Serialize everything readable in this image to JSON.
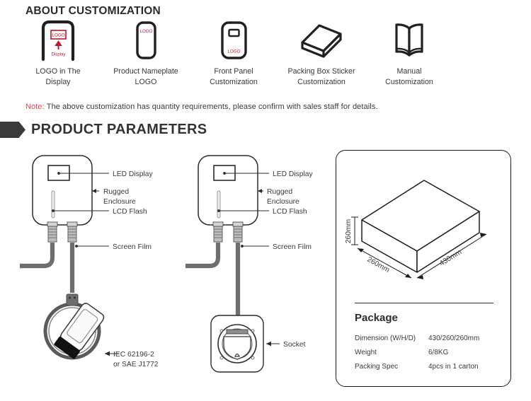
{
  "about": {
    "title": "ABOUT CUSTOMIZATION",
    "items": [
      {
        "icon": "logo-in-display-icon",
        "caption": "LOGO in The\nDisplay",
        "badge": "LOGO",
        "sub_badge": "Display"
      },
      {
        "icon": "product-nameplate-icon",
        "caption": "Product Nameplate\nLOGO",
        "badge": "LOGO"
      },
      {
        "icon": "front-panel-icon",
        "caption": "Front Panel\nCustomization",
        "badge": "LOGO"
      },
      {
        "icon": "packing-box-sticker-icon",
        "caption": "Packing Box Sticker\nCustomization"
      },
      {
        "icon": "manual-book-icon",
        "caption": "Manual\nCustomization"
      }
    ],
    "note_keyword": "Note:",
    "note_text": " The above customization has quantity requirements, please confirm with sales staff for details."
  },
  "section": {
    "title": "PRODUCT PARAMETERS"
  },
  "diagram_a": {
    "name": "cable-charger-diagram",
    "labels": {
      "led_display": "LED Display",
      "rugged_enclosure_1": "Rugged",
      "rugged_enclosure_2": "Enclosure",
      "lcd_flash": "LCD Flash",
      "screen_film": "Screen Film",
      "connector_1": "IEC 62196-2",
      "connector_2": "or SAE J1772"
    }
  },
  "diagram_b": {
    "name": "socket-charger-diagram",
    "labels": {
      "led_display": "LED Display",
      "rugged_enclosure_1": "Rugged",
      "rugged_enclosure_2": "Enclosure",
      "lcd_flash": "LCD Flash",
      "screen_film": "Screen Film",
      "socket": "Socket"
    }
  },
  "package": {
    "title": "Package",
    "box_dims": {
      "height": "260mm",
      "depth": "260mm",
      "width": "430mm"
    },
    "rows": [
      {
        "key": "Dimension (W/H/D)",
        "value": "430/260/260mm"
      },
      {
        "key": "Weight",
        "value": "6/8KG"
      },
      {
        "key": "Packing Spec",
        "value": "4pcs in 1 carton"
      }
    ]
  },
  "colors": {
    "accent_red": "#e2495a",
    "ink": "#333333",
    "flag": "#3b3b3b",
    "cable": "#6e6e6e"
  }
}
